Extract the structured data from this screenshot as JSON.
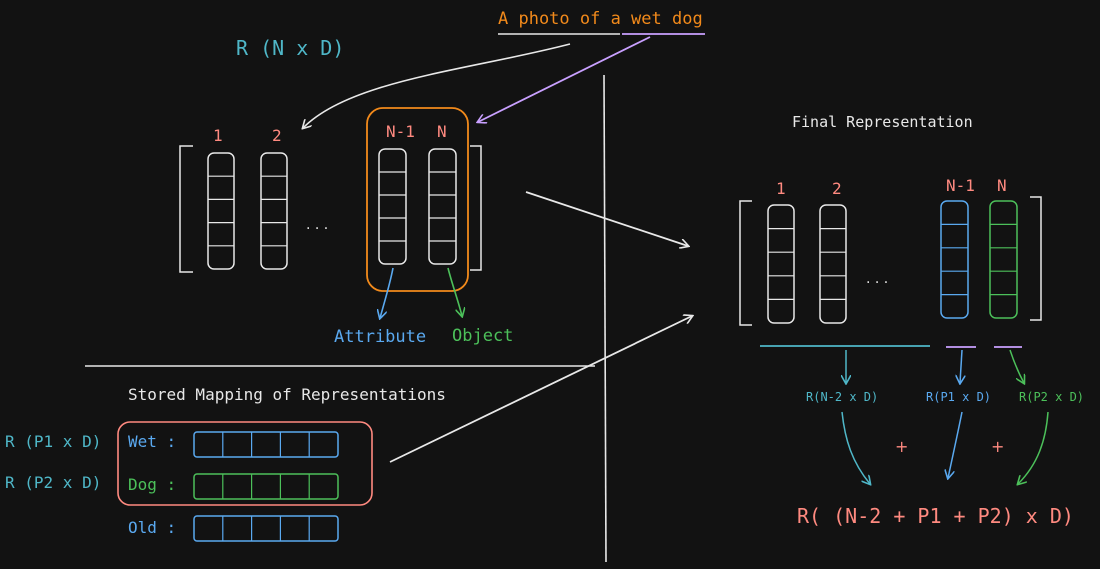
{
  "colors": {
    "background": "#121212",
    "line": "#e8e8e8",
    "red": "#ff8a80",
    "orange": "#f28a1b",
    "purple": "#c9a0ff",
    "blue": "#5aa9f0",
    "green": "#4cc05a",
    "cyan": "#4fb7c8"
  },
  "prompt_text": "A photo of a wet dog",
  "input_repr_label": "R (N x D)",
  "input_matrix": {
    "col_labels": [
      "1",
      "2",
      "N-1",
      "N"
    ],
    "ellipsis": ". . ."
  },
  "attribute_label": "Attribute",
  "object_label": "Object",
  "final_title": "Final Representation",
  "final_matrix": {
    "col_labels": [
      "1",
      "2",
      "N-1",
      "N"
    ],
    "ellipsis": ". . ."
  },
  "part_labels": [
    "R(N-2 x D)",
    "R(P1 x D)",
    "R(P2 x D)"
  ],
  "plus_signs": [
    "+",
    "+"
  ],
  "formula": "R( (N-2 + P1 + P2) x D)",
  "mapping": {
    "title": "Stored Mapping of Representations",
    "rows": [
      {
        "repr": "R (P1 x D)",
        "word": "Wet :"
      },
      {
        "repr": "R (P2 x D)",
        "word": "Dog :"
      },
      {
        "repr": "",
        "word": "Old :"
      }
    ]
  }
}
